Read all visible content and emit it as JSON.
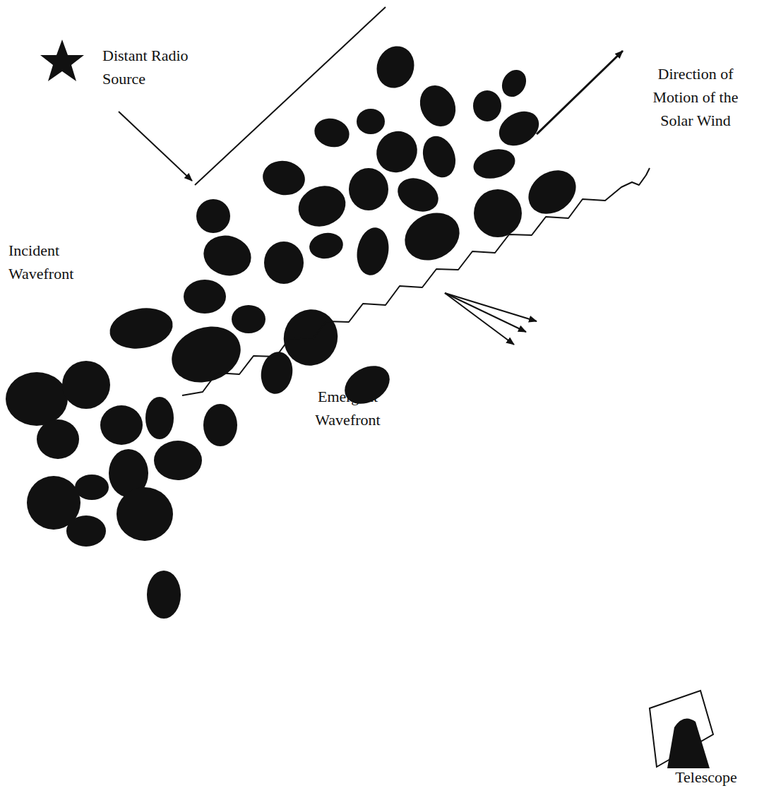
{
  "diagram": {
    "labels": [
      "Distant Radio Source",
      "Direction of Motion of the Solar Wind",
      "Incident Wavefront",
      "Emergent Wavefront",
      "Telescope"
    ]
  }
}
